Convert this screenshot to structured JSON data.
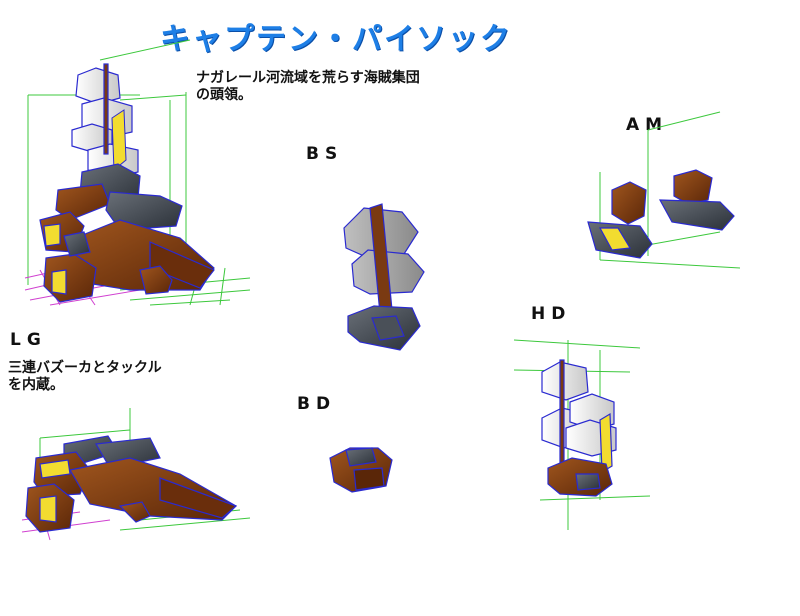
{
  "title": "キャプテン・パイソック",
  "description": {
    "line1": "ナガレール河流域を荒らす海賊集団",
    "line2": "の頭領。"
  },
  "parts": {
    "bs": "BS",
    "am": "AM",
    "lg": "LG",
    "hd": "HD",
    "bd": "BD"
  },
  "lg_description": {
    "line1": "三連バズーカとタックル",
    "line2": "を内蔵。"
  },
  "colors": {
    "title": "#1e7fe6",
    "body_brown": "#7a3a12",
    "dark_gray": "#3a4048",
    "sail_white": "#eeeeee",
    "wire_blue": "#2a2ad0",
    "accent_yellow": "#f2dc30",
    "grid_green": "#3cc83c",
    "grid_magenta": "#d040d0"
  }
}
